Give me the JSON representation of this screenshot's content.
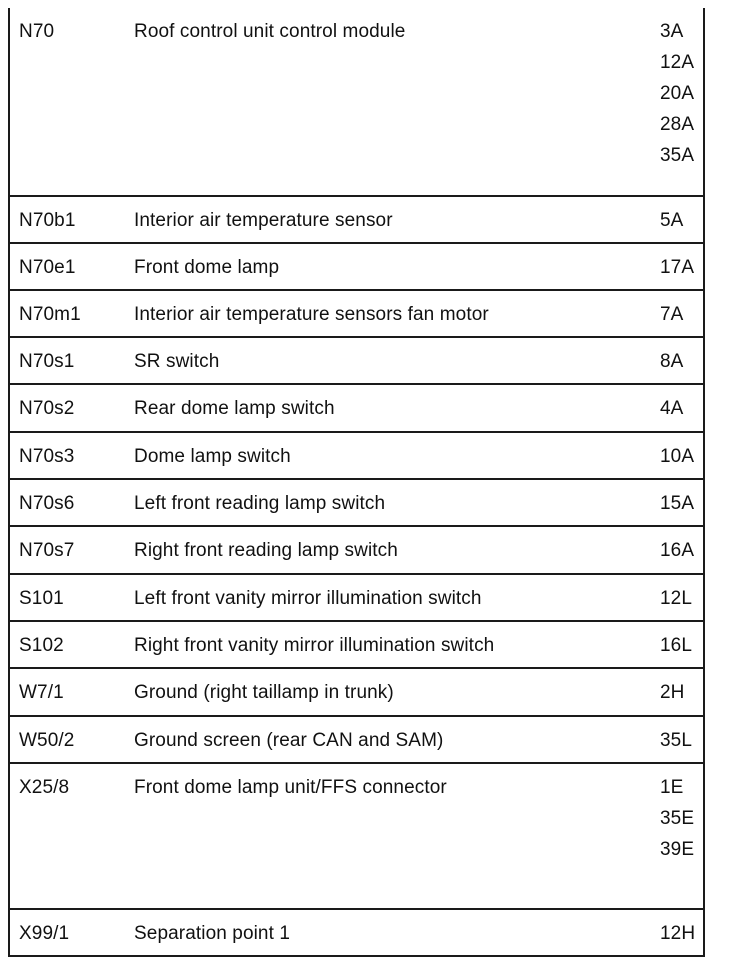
{
  "table": {
    "rows": [
      {
        "code": "N70",
        "description": "Roof control unit control module",
        "locations": [
          "3A",
          "12A",
          "20A",
          "28A",
          "35A"
        ]
      },
      {
        "code": "N70b1",
        "description": "Interior air temperature sensor",
        "locations": [
          "5A"
        ]
      },
      {
        "code": "N70e1",
        "description": "Front dome lamp",
        "locations": [
          "17A"
        ]
      },
      {
        "code": "N70m1",
        "description": "Interior air temperature sensors fan motor",
        "locations": [
          "7A"
        ]
      },
      {
        "code": "N70s1",
        "description": "SR switch",
        "locations": [
          "8A"
        ]
      },
      {
        "code": "N70s2",
        "description": "Rear dome lamp switch",
        "locations": [
          "4A"
        ]
      },
      {
        "code": "N70s3",
        "description": "Dome lamp switch",
        "locations": [
          "10A"
        ]
      },
      {
        "code": "N70s6",
        "description": "Left front reading lamp switch",
        "locations": [
          "15A"
        ]
      },
      {
        "code": "N70s7",
        "description": "Right front reading lamp switch",
        "locations": [
          "16A"
        ]
      },
      {
        "code": "S101",
        "description": "Left front vanity mirror illumination switch",
        "locations": [
          "12L"
        ]
      },
      {
        "code": "S102",
        "description": "Right front vanity mirror illumination switch",
        "locations": [
          "16L"
        ]
      },
      {
        "code": "W7/1",
        "description": "Ground (right taillamp in trunk)",
        "locations": [
          "2H"
        ]
      },
      {
        "code": "W50/2",
        "description": "Ground screen (rear CAN and SAM)",
        "locations": [
          "35L"
        ]
      },
      {
        "code": "X25/8",
        "description": "Front dome lamp unit/FFS connector",
        "locations": [
          "1E",
          "35E",
          "39E"
        ]
      },
      {
        "code": "X99/1",
        "description": "Separation point 1",
        "locations": [
          "12H"
        ]
      }
    ]
  }
}
